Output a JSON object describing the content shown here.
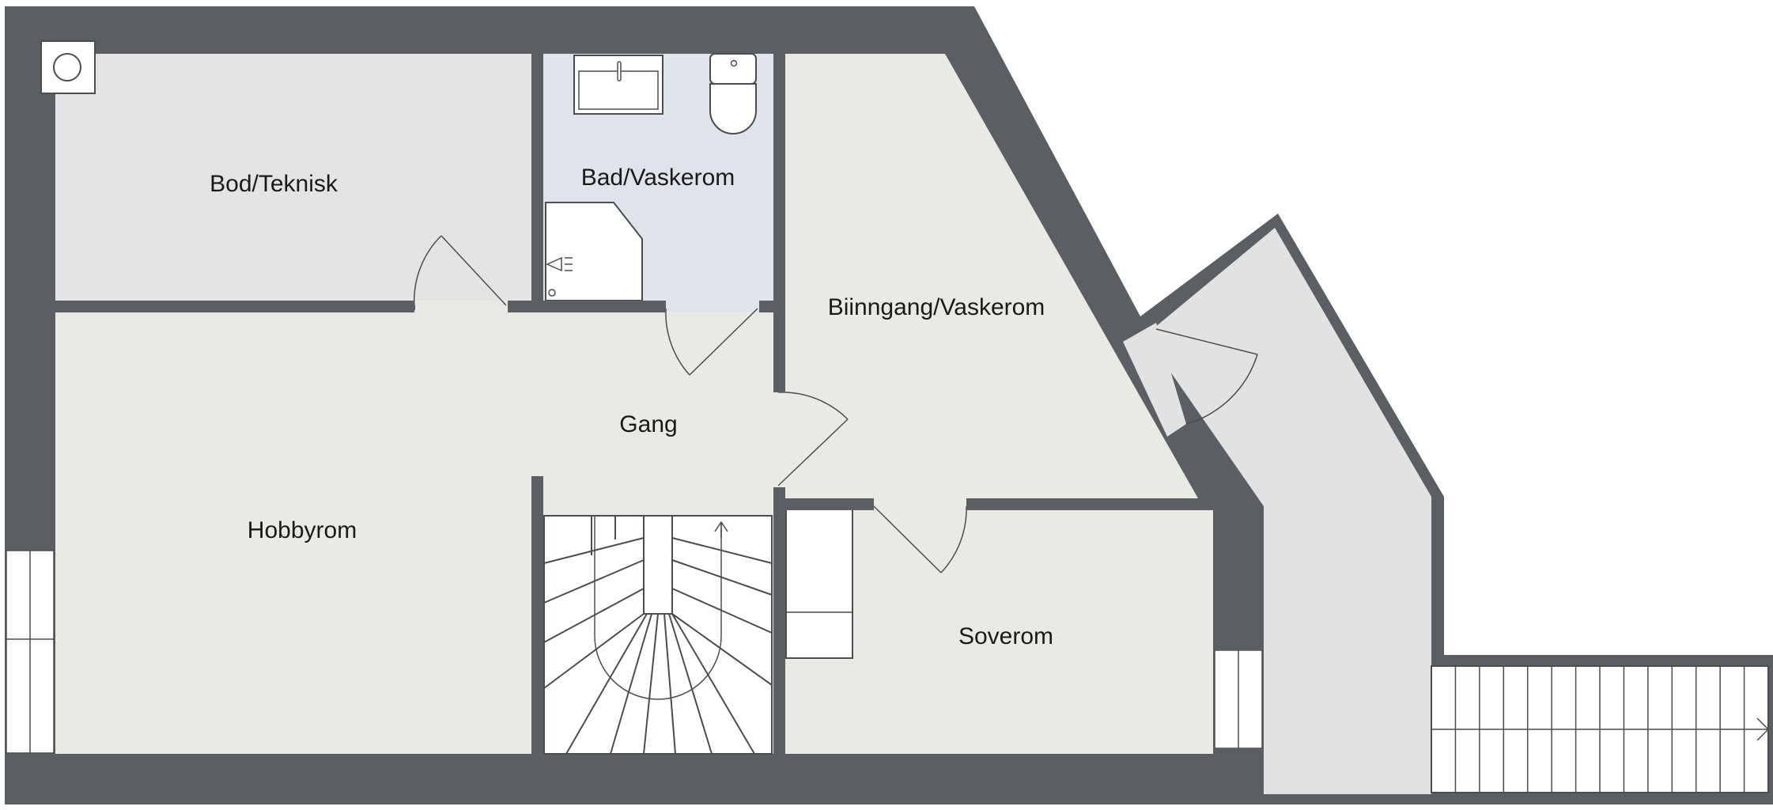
{
  "colors": {
    "wall": "#5b5e63",
    "room_floor": "#e9eae4",
    "storage_floor": "#e4e4e4",
    "bath_floor": "#dfe3ea",
    "outdoor_floor": "#e2e2e2",
    "fixture": "#ffffff"
  },
  "rooms": {
    "bod": "Bod/Teknisk",
    "bad": "Bad/Vaskerom",
    "biinngang": "Biinngang/Vaskerom",
    "gang": "Gang",
    "hobbyrom": "Hobbyrom",
    "soverom": "Soverom"
  },
  "icons": {
    "boiler": "boiler-icon",
    "sink": "sink-icon",
    "toilet": "toilet-icon",
    "shower": "shower-icon",
    "stair_arrow": "arrow-up-icon",
    "exterior_stair_arrow": "arrow-right-icon"
  }
}
